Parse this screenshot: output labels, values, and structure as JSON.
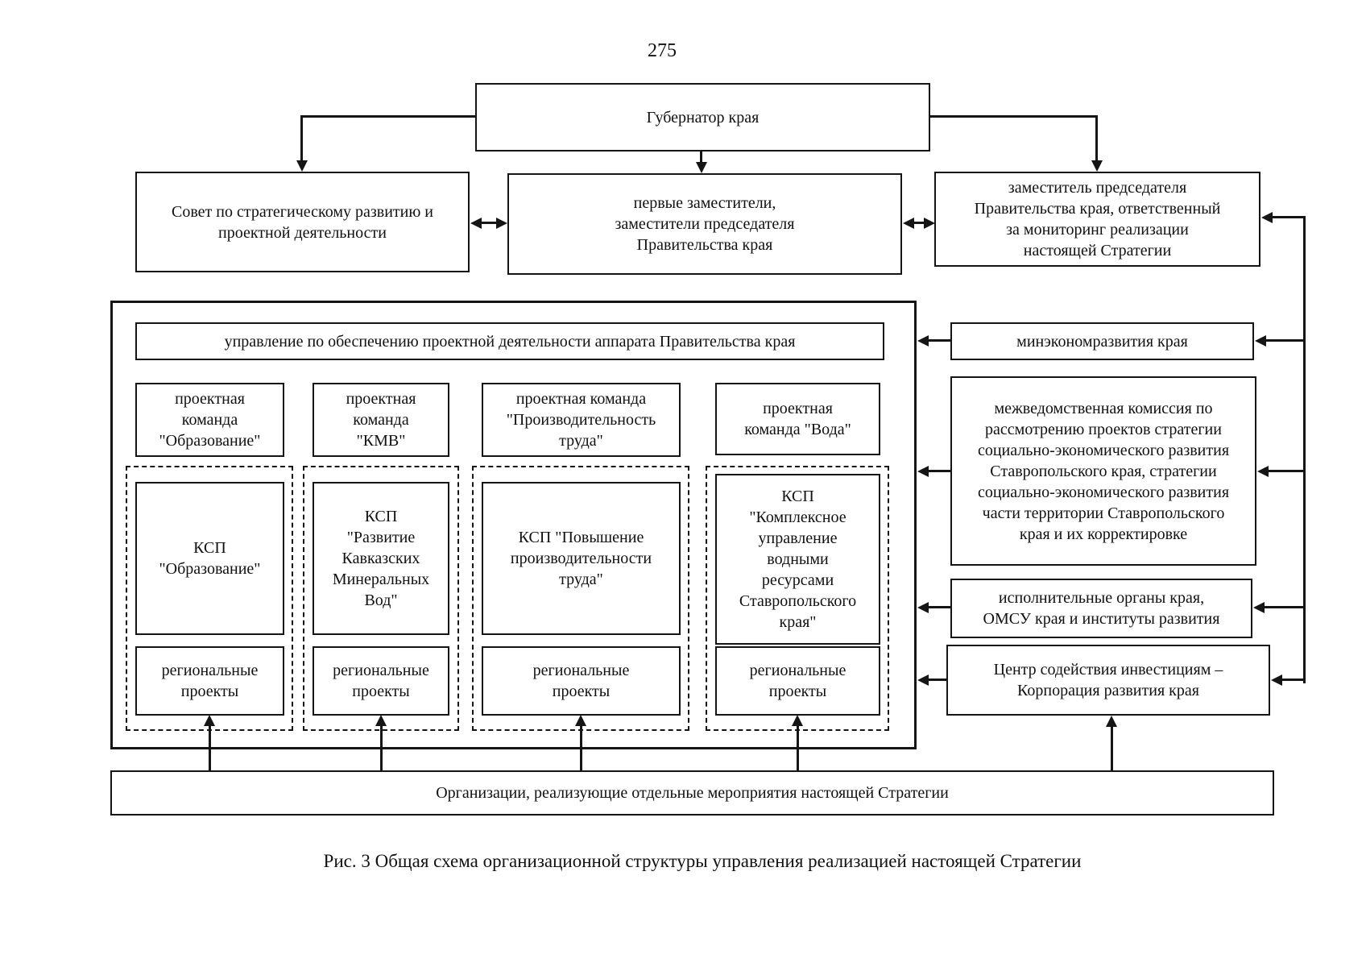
{
  "page_number": "275",
  "caption": "Рис. 3 Общая схема организационной структуры управления реализацией настоящей Стратегии",
  "nodes": {
    "governor": "Губернатор края",
    "council": "Совет по стратегическому развитию и\nпроектной деятельности",
    "deputies": "первые заместители,\nзаместители председателя\nПравительства края",
    "vice_chair": "заместитель председателя\nПравительства края, ответственный\nза мониторинг реализации\nнастоящей Стратегии",
    "project_office": "управление по обеспечению проектной деятельности аппарата Правительства края",
    "min_econ": "минэкономразвития края",
    "commission": "межведомственная комиссия по\nрассмотрению проектов стратегии\nсоциально-экономического развития\nСтавропольского края, стратегии\nсоциально-экономического развития\nчасти территории Ставропольского\nкрая и их корректировке",
    "executive": "исполнительные органы края,\nОМСУ края и институты развития",
    "invest_center": "Центр содействия инвестициям –\nКорпорация развития края",
    "organizations": "Организации, реализующие отдельные мероприятия настоящей Стратегии"
  },
  "project_columns": [
    {
      "team": "проектная\nкоманда\n\"Образование\"",
      "ksp": "КСП\n\"Образование\"",
      "regional": "региональные\nпроекты"
    },
    {
      "team": "проектная\nкоманда\n\"КМВ\"",
      "ksp": "КСП\n\"Развитие\nКавказских\nМинеральных\nВод\"",
      "regional": "региональные\nпроекты"
    },
    {
      "team": "проектная команда\n\"Производительность\nтруда\"",
      "ksp": "КСП \"Повышение\nпроизводительности\nтруда\"",
      "regional": "региональные\nпроекты"
    },
    {
      "team": "проектная\nкоманда \"Вода\"",
      "ksp": "КСП\n\"Комплексное\nуправление\nводными\nресурсами\nСтавропольского\nкрая\"",
      "regional": "региональные\nпроекты"
    }
  ]
}
